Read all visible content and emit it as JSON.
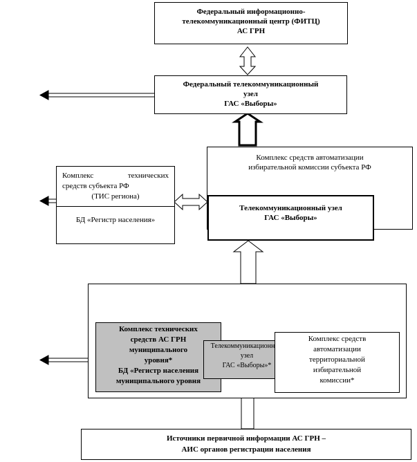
{
  "fitc": {
    "line1": "Федеральный  информационно-",
    "line2": "телекоммуникационный  центр  (ФИТЦ)",
    "line3": "АС ГРН"
  },
  "fed_node": {
    "line1": "Федеральный  телекоммуникационный",
    "line2": "узел",
    "line3": "ГАС «Выборы»"
  },
  "subject_complex": {
    "line1": "Комплекс  средств  автоматизации",
    "line2": "избирательной комиссии субъекта РФ"
  },
  "subject_node": {
    "line1": "Телекоммуникационный  узел",
    "line2": "ГАС «Выборы»"
  },
  "tis": {
    "line1a": "Комплекс",
    "line1b": "технических",
    "line2": "средств  субъекта РФ",
    "line3": "(ТИС региона)",
    "db": "БД «Регистр населения»"
  },
  "municipal": {
    "line1": "Комплекс  технических",
    "line2": "средств  АС ГРН",
    "line3": "муниципального",
    "line4": "уровня*",
    "line5": "БД «Регистр  населения",
    "line6": "муниципального  уровня"
  },
  "muni_node": {
    "line1": "Телекоммуникационный",
    "line2": "узел",
    "line3": "ГАС «Выборы»*"
  },
  "territorial": {
    "line1": "Комплекс средств",
    "line2": "автоматизации",
    "line3": "территориальной",
    "line4": "избирательной",
    "line5": "комиссии*"
  },
  "sources": {
    "line1": "Источники  первичной  информации  АС ГРН  –",
    "line2": "АИС  органов  регистрации  населения"
  }
}
